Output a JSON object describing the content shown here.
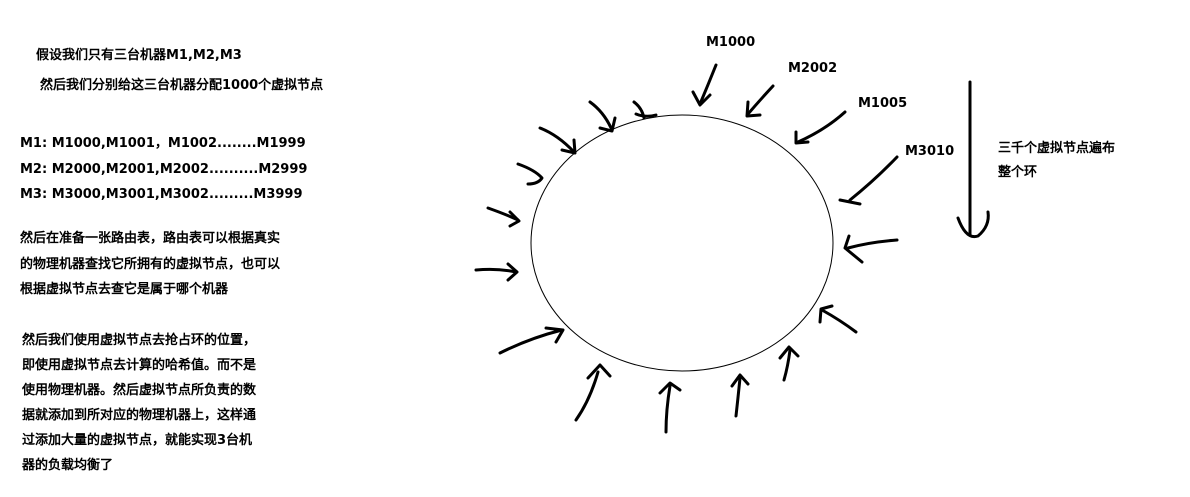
{
  "intro": {
    "line1": "假设我们只有三台机器M1,M2,M3",
    "line2": "然后我们分别给这三台机器分配1000个虚拟节点"
  },
  "assignments": [
    "M1: M1000,M1001，M1002........M1999",
    "M2: M2000,M2001,M2002..........M2999",
    "M3: M3000,M3001,M3002.........M3999"
  ],
  "routing_text": [
    "然后在准备一张路由表，路由表可以根据真实",
    "的物理机器查找它所拥有的虚拟节点，也可以",
    "根据虚拟节点去查它是属于哪个机器"
  ],
  "hashing_text": [
    "然后我们使用虚拟节点去抢占环的位置，",
    "即使用虚拟节点去计算的哈希值。而不是",
    "使用物理机器。然后虚拟节点所负责的数",
    "据就添加到所对应的物理机器上，这样通",
    "过添加大量的虚拟节点，就能实现3台机",
    "器的负载均衡了"
  ],
  "node_labels": {
    "m1000": "M1000",
    "m2002": "M2002",
    "m1005": "M1005",
    "m3010": "M3010"
  },
  "side_note": {
    "line1": "三千个虚拟节点遍布",
    "line2": "整个环"
  }
}
